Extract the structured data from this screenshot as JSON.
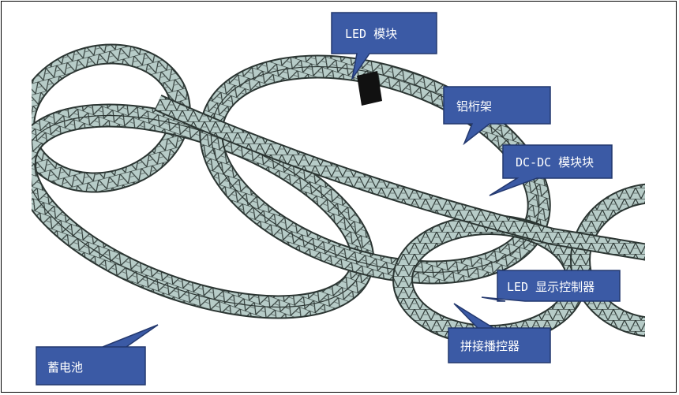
{
  "callouts": {
    "led_module": "LED 模块",
    "aluminum_truss": "铝桁架",
    "dcdc_module": "DC-DC 模块块",
    "led_controller": "LED 显示控制器",
    "splicing_player": "拼接播控器",
    "battery": "蓄电池"
  },
  "colors": {
    "truss_fill": "#a9c0bc",
    "truss_stroke": "#2b3532",
    "callout_fill": "#3b5aa5",
    "callout_stroke": "#23386e",
    "module_block": "#111111"
  }
}
